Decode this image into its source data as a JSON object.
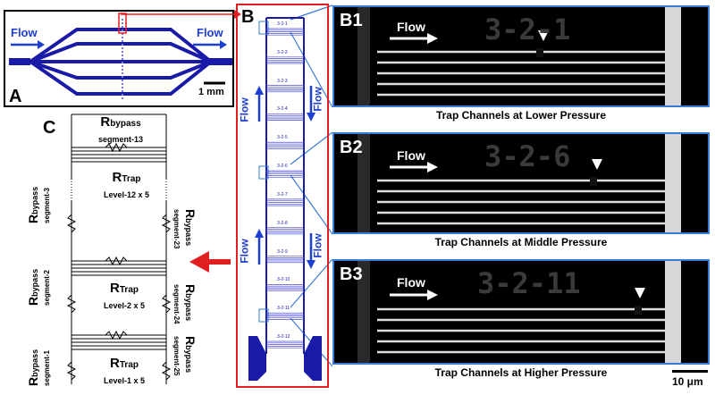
{
  "panelA": {
    "letter": "A",
    "flow_left": "Flow",
    "flow_right": "Flow",
    "scale_bar": "1 mm"
  },
  "panelB": {
    "letter": "B",
    "flow_up_1": "Flow",
    "flow_down_1": "Flow",
    "flow_up_2": "Flow",
    "flow_down_2": "Flow",
    "levels": [
      "3-2-1",
      "3-2-2",
      "3-2-3",
      "3-2-4",
      "3-2-5",
      "3-2-6",
      "3-2-7",
      "3-2-8",
      "3-2-9",
      "3-2-10",
      "3-2-11",
      "3-2-12"
    ]
  },
  "panelB1": {
    "letter": "B1",
    "flow": "Flow",
    "code": "3-2-1",
    "caption": "Trap Channels at Lower Pressure"
  },
  "panelB2": {
    "letter": "B2",
    "flow": "Flow",
    "code": "3-2-6",
    "caption": "Trap Channels at Middle Pressure"
  },
  "panelB3": {
    "letter": "B3",
    "flow": "Flow",
    "code": "3-2-11",
    "caption": "Trap Channels at Higher Pressure"
  },
  "scale_bar_micro": "10 μm",
  "panelC": {
    "letter": "C",
    "top_label_main": "R",
    "top_label_sub": "bypass",
    "top_label_seg": "segment-13",
    "trap12_main": "R",
    "trap12_sub": "Trap",
    "trap12_level": "Level-12 x 5",
    "trap2_main": "R",
    "trap2_sub": "Trap",
    "trap2_level": "Level-2 x 5",
    "trap1_main": "R",
    "trap1_sub": "Trap",
    "trap1_level": "Level-1 x 5",
    "left_seg3_main": "R",
    "left_seg3_sub": "bypass",
    "left_seg3_seg": "segment-3",
    "left_seg2_main": "R",
    "left_seg2_sub": "bypass",
    "left_seg2_seg": "segment-2",
    "left_seg1_main": "R",
    "left_seg1_sub": "bypass",
    "left_seg1_seg": "segment-1",
    "right_seg23_main": "R",
    "right_seg23_sub": "bypass",
    "right_seg23_seg": "segment-23",
    "right_seg24_main": "R",
    "right_seg24_sub": "bypass",
    "right_seg24_seg": "segment-24",
    "right_seg25_main": "R",
    "right_seg25_sub": "bypass",
    "right_seg25_seg": "segment-25"
  },
  "colors": {
    "blue": "#1a1aa8",
    "flow_blue": "#1e3fd1",
    "red": "#e02020",
    "frame_blue": "#3a7bd5"
  }
}
